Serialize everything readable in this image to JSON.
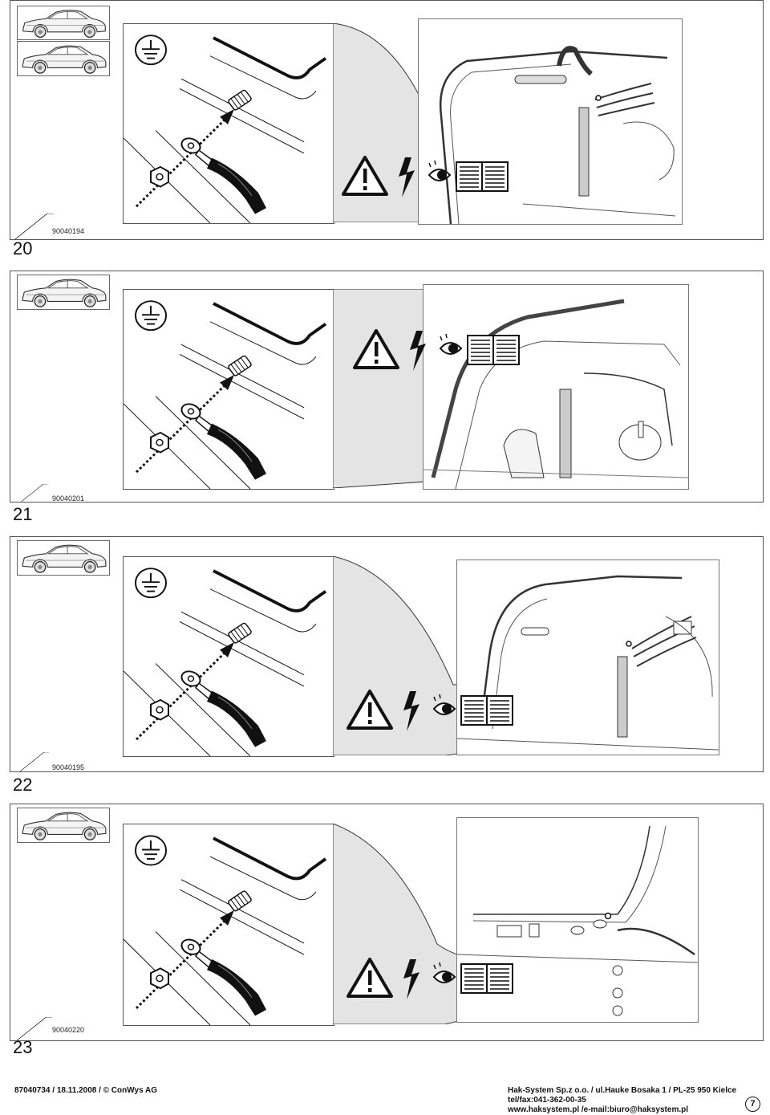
{
  "steps": [
    {
      "number": "20",
      "code": "90040194"
    },
    {
      "number": "21",
      "code": "90040201"
    },
    {
      "number": "22",
      "code": "90040195"
    },
    {
      "number": "23",
      "code": "90040220"
    }
  ],
  "footer": {
    "left": "87040734 / 18.11.2008 / © ConWys AG",
    "right_line1": "Hak-System Sp.z o.o. / ul.Hauke Bosaka 1 / PL-25 950 Kielce",
    "right_line2": "tel/fax:041-362-00-35",
    "right_line3": "www.haksystem.pl /e-mail:biuro@haksystem.pl",
    "page": "7"
  }
}
